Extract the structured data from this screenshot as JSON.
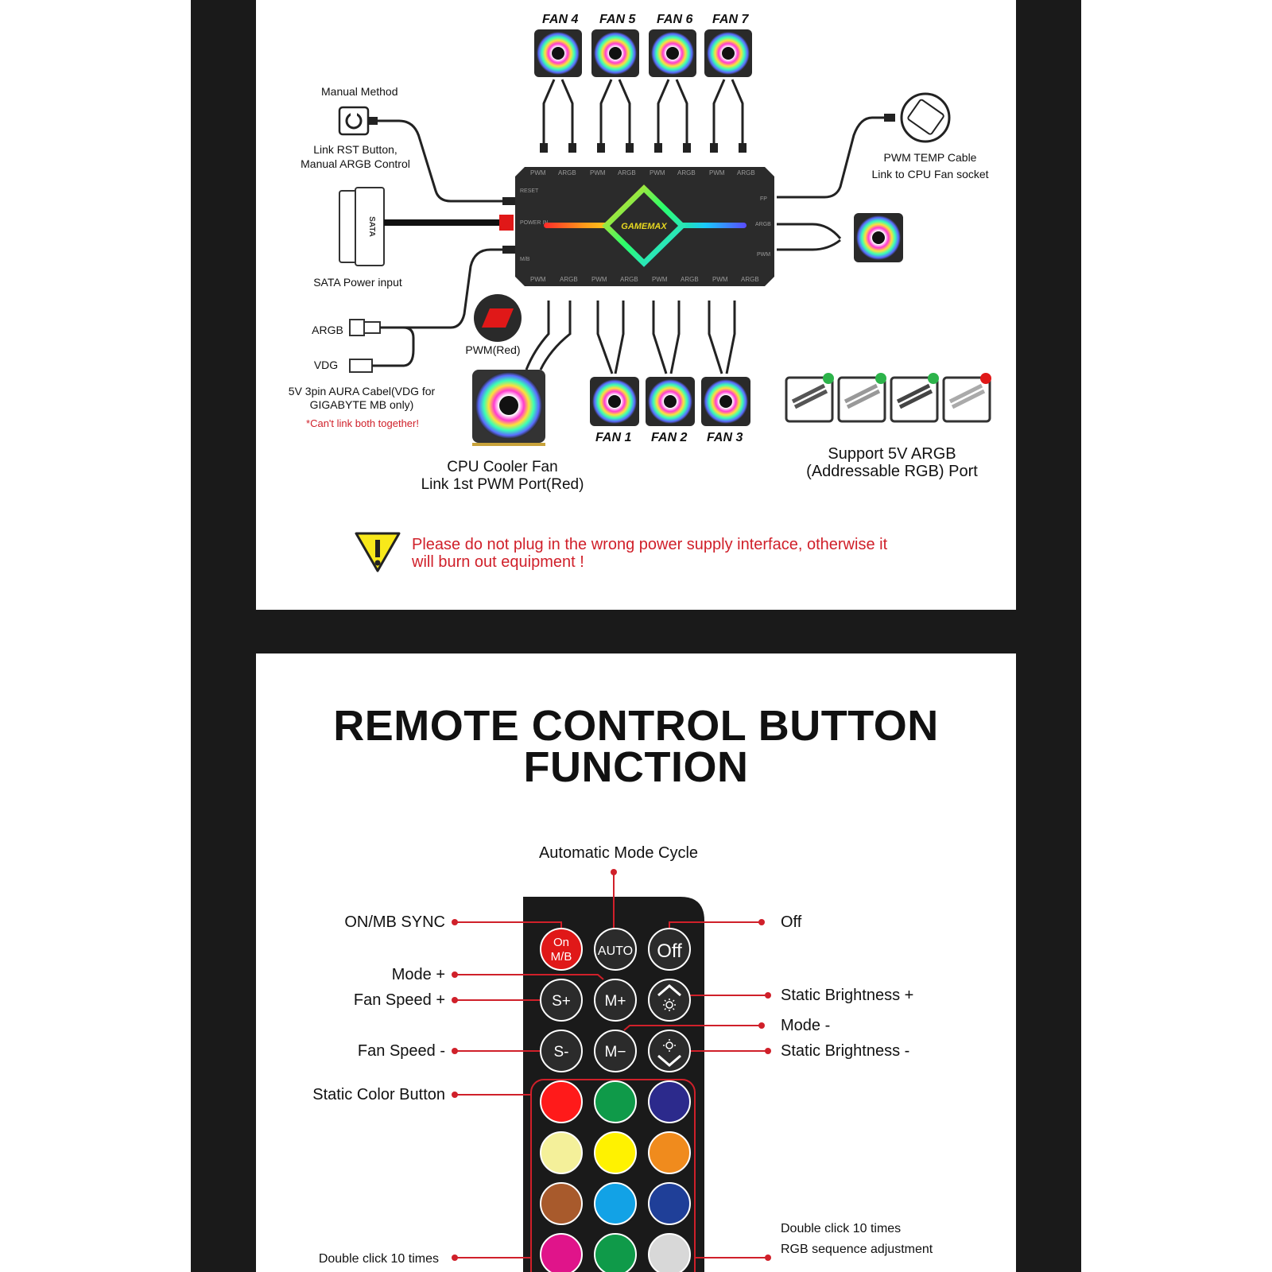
{
  "wiring": {
    "fans_top": [
      "FAN 4",
      "FAN 5",
      "FAN 6",
      "FAN 7"
    ],
    "fans_bottom": [
      "FAN 1",
      "FAN 2",
      "FAN 3"
    ],
    "manual_method": "Manual Method",
    "rst_line1": "Link RST Button,",
    "rst_line2": "Manual ARGB Control",
    "sata_label": "SATA Power input",
    "sata_connector_text": "SATA",
    "argb_label": "ARGB",
    "vdg_label": "VDG",
    "aura_line1": "5V 3pin AURA Cabel(VDG for",
    "aura_line2": "GIGABYTE MB only)",
    "aura_warning": "*Can't link both together!",
    "pwm_red": "PWM(Red)",
    "cpu_fan_line1": "CPU Cooler Fan",
    "cpu_fan_line2": "Link 1st PWM Port(Red)",
    "pwm_temp_line1": "PWM TEMP Cable",
    "pwm_temp_line2": "Link to CPU Fan socket",
    "support_line1": "Support 5V ARGB",
    "support_line2": "(Addressable RGB) Port",
    "hub_brand": "GAMEMAX",
    "hub_port_pwm": "PWM",
    "hub_port_argb": "ARGB",
    "hub_side_left": [
      "RESET",
      "POWER IN",
      "M/B"
    ],
    "hub_side_right": [
      "FP",
      "ARGB",
      "PWM"
    ],
    "warning_line1": "Please do not plug in the wrong power supply interface, otherwise it",
    "warning_line2": "will burn out equipment !",
    "colors": {
      "warning_red": "#d0202a",
      "hub_body": "#2b2b2b",
      "frame": "#1a1a1a"
    }
  },
  "remote": {
    "title_line1": "REMOTE CONTROL BUTTON",
    "title_line2": "FUNCTION",
    "auto_cycle": "Automatic Mode Cycle",
    "labels_left": {
      "on_sync": "ON/MB SYNC",
      "mode_plus": "Mode +",
      "fan_speed_plus": "Fan Speed +",
      "fan_speed_minus": "Fan Speed -",
      "static_color": "Static Color Button",
      "double_click": "Double click 10 times"
    },
    "labels_right": {
      "off": "Off",
      "brightness_plus": "Static Brightness +",
      "mode_minus": "Mode -",
      "brightness_minus": "Static Brightness -",
      "double_click": "Double click 10 times",
      "rgb_seq": "RGB sequence adjustment"
    },
    "buttons": {
      "on_top": "On",
      "on_bottom": "M/B",
      "auto": "AUTO",
      "off": "Off",
      "speed_plus": "S+",
      "mode_plus": "M+",
      "speed_minus": "S-",
      "mode_minus": "M−"
    },
    "color_buttons": [
      "#ff1a1a",
      "#0f9a49",
      "#2c2a8c",
      "#f4f09a",
      "#fff200",
      "#f08b1d",
      "#a85a2c",
      "#12a2e6",
      "#1f3f98",
      "#e0148a",
      "#0f9a49",
      "#d8d8d8"
    ]
  }
}
